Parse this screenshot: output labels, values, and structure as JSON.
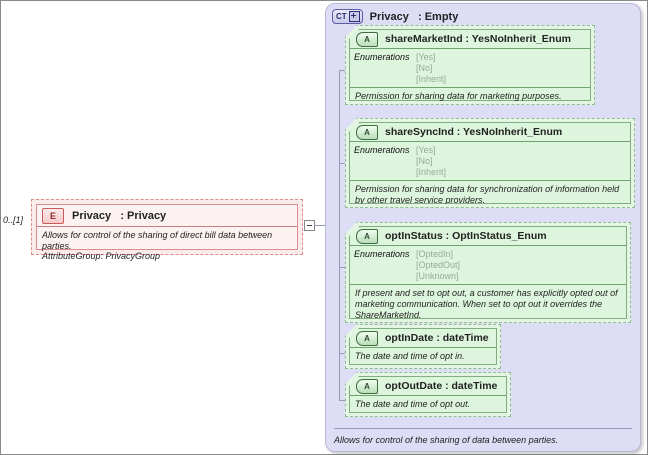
{
  "diagram": {
    "kind": "xsd-schema-diagram",
    "colors": {
      "element_fill": "#fdf2f2",
      "element_border": "#d98f8f",
      "attribute_fill": "#ddf5dd",
      "attribute_border": "#7fae7f",
      "container_fill": "#ddddf5",
      "container_border": "#b8b8d8",
      "connector": "#9a9ab5",
      "enum_value_text": "#9aa89a"
    }
  },
  "left_element": {
    "icon": "element-badge-E",
    "badge_label": "E",
    "multiplicity": "0..[1]",
    "name": "Privacy",
    "separator": ":",
    "type": "Privacy",
    "title": "Privacy   : Privacy",
    "description_line1": "Allows for control of the sharing of direct bill data between parties.",
    "description_line2": "AttributeGroup: PrivacyGroup",
    "collapse_toggle": "minus-box-icon"
  },
  "complex_type": {
    "icon": "complextype-badge-CT",
    "badge_label": "CT",
    "badge_expand": "plus-icon",
    "name": "Privacy",
    "separator": ":",
    "content_model": "Empty",
    "title": "Privacy   : Empty",
    "footer": "Allows for control of the sharing of data between parties."
  },
  "attributes": [
    {
      "icon": "attribute-badge-A",
      "badge_label": "A",
      "name": "shareMarketInd",
      "type": "YesNoInherit_Enum",
      "title": "shareMarketInd : YesNoInherit_Enum",
      "enumerations_label": "Enumerations",
      "enumerations": [
        "[Yes]",
        "[No]",
        "[Inherit]"
      ],
      "description": "Permission for sharing data for marketing purposes."
    },
    {
      "icon": "attribute-badge-A",
      "badge_label": "A",
      "name": "shareSyncInd",
      "type": "YesNoInherit_Enum",
      "title": "shareSyncInd : YesNoInherit_Enum",
      "enumerations_label": "Enumerations",
      "enumerations": [
        "[Yes]",
        "[No]",
        "[Inherit]"
      ],
      "description": "Permission for sharing data for synchronization of information held by other travel service providers."
    },
    {
      "icon": "attribute-badge-A",
      "badge_label": "A",
      "name": "optInStatus",
      "type": "OptInStatus_Enum",
      "title": "optInStatus : OptInStatus_Enum",
      "enumerations_label": "Enumerations",
      "enumerations": [
        "[OptedIn]",
        "[OptedOut]",
        "[Unknown]"
      ],
      "description": "If present and set to opt out, a customer has explicitly opted out of marketing communication. When set to opt out it overrides the ShareMarketInd."
    },
    {
      "icon": "attribute-badge-A",
      "badge_label": "A",
      "name": "optInDate",
      "type": "dateTime",
      "title": "optInDate : dateTime",
      "enumerations_label": null,
      "enumerations": [],
      "description": "The date and time of opt in."
    },
    {
      "icon": "attribute-badge-A",
      "badge_label": "A",
      "name": "optOutDate",
      "type": "dateTime",
      "title": "optOutDate : dateTime",
      "enumerations_label": null,
      "enumerations": [],
      "description": "The date and time of opt out."
    }
  ]
}
